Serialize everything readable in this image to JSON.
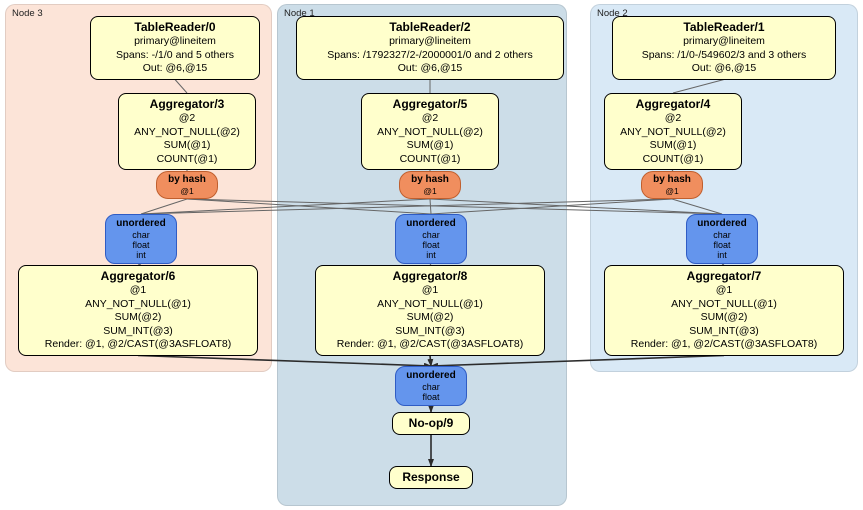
{
  "groups": [
    {
      "label": "Node 3",
      "tablereader": {
        "title": "TableReader/0",
        "lines": [
          "primary@lineitem",
          "Spans: -/1/0 and 5 others",
          "Out: @6,@15"
        ]
      },
      "agg_top": {
        "title": "Aggregator/3",
        "lines": [
          "@2",
          "ANY_NOT_NULL(@2)",
          "SUM(@1)",
          "COUNT(@1)"
        ]
      },
      "router": {
        "title": "by hash",
        "detail": "@1"
      },
      "sync": {
        "title": "unordered",
        "lines": [
          "char",
          "float",
          "int"
        ]
      },
      "agg_bottom": {
        "title": "Aggregator/6",
        "lines": [
          "@1",
          "ANY_NOT_NULL(@1)",
          "SUM(@2)",
          "SUM_INT(@3)",
          "Render: @1, @2/CAST(@3ASFLOAT8)"
        ]
      }
    },
    {
      "label": "Node 1",
      "tablereader": {
        "title": "TableReader/2",
        "lines": [
          "primary@lineitem",
          "Spans: /1792327/2-/2000001/0 and 2 others",
          "Out: @6,@15"
        ]
      },
      "agg_top": {
        "title": "Aggregator/5",
        "lines": [
          "@2",
          "ANY_NOT_NULL(@2)",
          "SUM(@1)",
          "COUNT(@1)"
        ]
      },
      "router": {
        "title": "by hash",
        "detail": "@1"
      },
      "sync": {
        "title": "unordered",
        "lines": [
          "char",
          "float",
          "int"
        ]
      },
      "agg_bottom": {
        "title": "Aggregator/8",
        "lines": [
          "@1",
          "ANY_NOT_NULL(@1)",
          "SUM(@2)",
          "SUM_INT(@3)",
          "Render: @1, @2/CAST(@3ASFLOAT8)"
        ]
      }
    },
    {
      "label": "Node 2",
      "tablereader": {
        "title": "TableReader/1",
        "lines": [
          "primary@lineitem",
          "Spans: /1/0-/549602/3 and 3 others",
          "Out: @6,@15"
        ]
      },
      "agg_top": {
        "title": "Aggregator/4",
        "lines": [
          "@2",
          "ANY_NOT_NULL(@2)",
          "SUM(@1)",
          "COUNT(@1)"
        ]
      },
      "router": {
        "title": "by hash",
        "detail": "@1"
      },
      "sync": {
        "title": "unordered",
        "lines": [
          "char",
          "float",
          "int"
        ]
      },
      "agg_bottom": {
        "title": "Aggregator/7",
        "lines": [
          "@1",
          "ANY_NOT_NULL(@1)",
          "SUM(@2)",
          "SUM_INT(@3)",
          "Render: @1, @2/CAST(@3ASFLOAT8)"
        ]
      }
    }
  ],
  "final": {
    "sync": {
      "title": "unordered",
      "lines": [
        "char",
        "float"
      ]
    },
    "noop": {
      "title": "No-op/9"
    },
    "response": {
      "title": "Response"
    }
  },
  "colors": {
    "processor_fill": "#ffffcc",
    "processor_border": "#000000",
    "router_fill": "#f08e5e",
    "router_border": "#c05f2e",
    "sync_fill": "#6495ed",
    "sync_border": "#2f5cc4",
    "node3_bg": "#fce4d8",
    "node1_bg": "#ccdde8",
    "node2_bg": "#d9e9f6",
    "edge_color": "#666666",
    "edge_dark": "#2b2b2b"
  },
  "edges": [
    {
      "from": "tablereader-0",
      "to": "aggregator-3",
      "arrow": false
    },
    {
      "from": "tablereader-2",
      "to": "aggregator-5",
      "arrow": false
    },
    {
      "from": "tablereader-1",
      "to": "aggregator-4",
      "arrow": false
    },
    {
      "from": "aggregator-3",
      "to": "hash-router-node3",
      "arrow": false
    },
    {
      "from": "aggregator-5",
      "to": "hash-router-node1",
      "arrow": false
    },
    {
      "from": "aggregator-4",
      "to": "hash-router-node2",
      "arrow": false
    },
    {
      "from": "hash-router-node3",
      "to": "unordered-sync-node3",
      "arrow": false
    },
    {
      "from": "hash-router-node3",
      "to": "unordered-sync-node1",
      "arrow": false
    },
    {
      "from": "hash-router-node3",
      "to": "unordered-sync-node2",
      "arrow": false
    },
    {
      "from": "hash-router-node1",
      "to": "unordered-sync-node3",
      "arrow": false
    },
    {
      "from": "hash-router-node1",
      "to": "unordered-sync-node1",
      "arrow": false
    },
    {
      "from": "hash-router-node1",
      "to": "unordered-sync-node2",
      "arrow": false
    },
    {
      "from": "hash-router-node2",
      "to": "unordered-sync-node3",
      "arrow": false
    },
    {
      "from": "hash-router-node2",
      "to": "unordered-sync-node1",
      "arrow": false
    },
    {
      "from": "hash-router-node2",
      "to": "unordered-sync-node2",
      "arrow": false
    },
    {
      "from": "unordered-sync-node3",
      "to": "aggregator-6",
      "arrow": false
    },
    {
      "from": "unordered-sync-node1",
      "to": "aggregator-8",
      "arrow": false
    },
    {
      "from": "unordered-sync-node2",
      "to": "aggregator-7",
      "arrow": false
    },
    {
      "from": "aggregator-6",
      "to": "final-unordered-sync",
      "arrow": true
    },
    {
      "from": "aggregator-8",
      "to": "final-unordered-sync",
      "arrow": true
    },
    {
      "from": "aggregator-7",
      "to": "final-unordered-sync",
      "arrow": true
    },
    {
      "from": "final-unordered-sync",
      "to": "noop-9",
      "arrow": true
    },
    {
      "from": "noop-9",
      "to": "response",
      "arrow": true
    }
  ]
}
